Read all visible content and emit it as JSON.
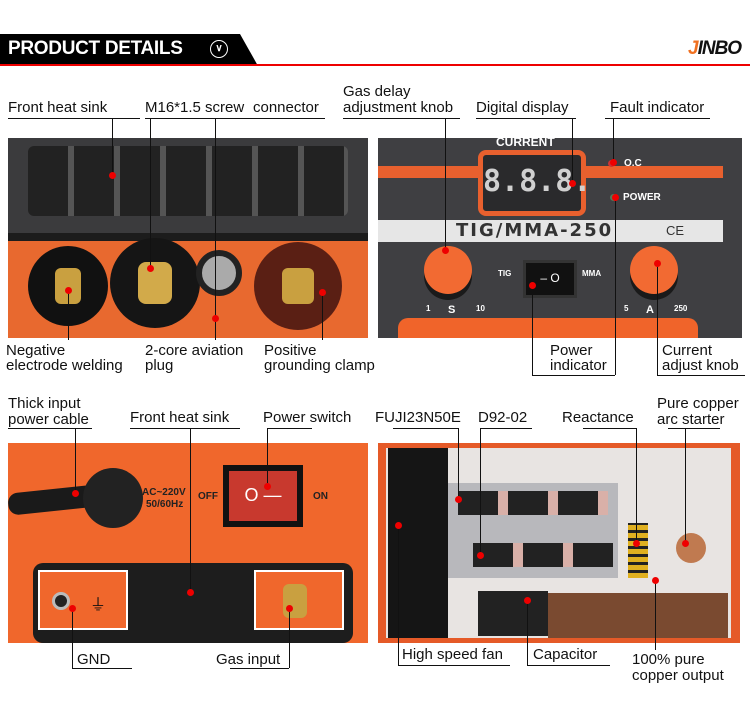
{
  "header": {
    "title": "PRODUCT DETAILS",
    "chevron_icon": "chevron-down-circle-icon",
    "brand_logo": "JINBO",
    "accent": "#e00000"
  },
  "panel_front": {
    "labels": {
      "front_heat_sink": "Front heat sink",
      "screw": "M16*1.5 screw",
      "connector": "connector",
      "negative_1": "Negative",
      "negative_2": "electrode welding",
      "plug_1": "2-core aviation",
      "plug_2": "plug",
      "positive_1": "Positive",
      "positive_2": "grounding clamp"
    }
  },
  "panel_control": {
    "labels": {
      "gas_delay_1": "Gas delay",
      "gas_delay_2": "adjustment knob",
      "digital_display": "Digital display",
      "fault_indicator": "Fault indicator",
      "power_indicator_1": "Power",
      "power_indicator_2": "indicator",
      "current_knob_1": "Current",
      "current_knob_2": "adjust knob"
    },
    "printed": {
      "current": "CURRENT",
      "display": "8.8.8.",
      "oc": "O.C",
      "power": "POWER",
      "model": "TIG/MMA-250",
      "ce": "CE",
      "tig": "TIG",
      "mma": "MMA",
      "s_min": "1",
      "s_unit": "S",
      "s_max": "10",
      "a_min": "5",
      "a_unit": "A",
      "a_max": "250"
    }
  },
  "panel_rear": {
    "labels": {
      "cable_1": "Thick input",
      "cable_2": "power cable",
      "front_heat_sink": "Front heat sink",
      "power_switch": "Power switch",
      "gnd": "GND",
      "gas_input": "Gas input"
    },
    "printed": {
      "voltage": "AC~220V",
      "freq": "50/60Hz",
      "off": "OFF",
      "on": "ON"
    }
  },
  "panel_internal": {
    "labels": {
      "fuji": "FUJI23N50E",
      "d92": "D92-02",
      "reactance": "Reactance",
      "arc_1": "Pure copper",
      "arc_2": "arc starter",
      "fan": "High speed fan",
      "capacitor": "Capacitor",
      "output_1": "100% pure",
      "output_2": "copper output"
    }
  },
  "colors": {
    "orange": "#f0642a",
    "dark": "#3a3a3c",
    "red_dot": "#e00000"
  }
}
